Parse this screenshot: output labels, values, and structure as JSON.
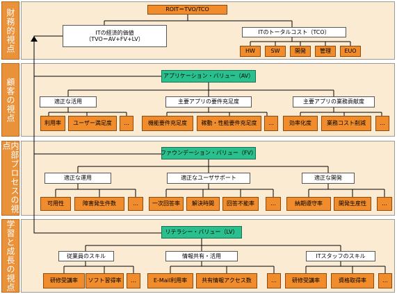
{
  "sidebars": {
    "financial": "財務的視点",
    "customer": "顧客の視点",
    "process": "内部プロセスの視点",
    "learning": "学習と成長の視点"
  },
  "financial": {
    "top": "ROIT＝TVO/TCO",
    "left": "ITの経済的価値\n（TVO＝AV+FV+LV）",
    "right": "ITのトータルコスト（TCO）",
    "costs": [
      "HW",
      "SW",
      "開発",
      "管理",
      "EUO"
    ]
  },
  "customer": {
    "head": "アプリケーション・バリュー（AV）",
    "groups": [
      {
        "label": "適正な活用",
        "items": [
          "利用率",
          "ユーザー満足度",
          "…"
        ]
      },
      {
        "label": "主要アプリの要件充足度",
        "items": [
          "機能要件充足度",
          "稼動・性能要件充足度",
          "…"
        ]
      },
      {
        "label": "主要アプリの業務貢献度",
        "items": [
          "効率化度",
          "業務コスト削減",
          "…"
        ]
      }
    ]
  },
  "process": {
    "head": "ファウンデーション・バリュー（FV）",
    "groups": [
      {
        "label": "適正な運用",
        "items": [
          "可用性",
          "障害発生件数",
          "…"
        ]
      },
      {
        "label": "適正なユーザサポート",
        "items": [
          "一次回答率",
          "解決時間",
          "回答不能率",
          "…"
        ]
      },
      {
        "label": "適正な開発",
        "items": [
          "納期遵守率",
          "開発生産性",
          "…"
        ]
      }
    ]
  },
  "learning": {
    "head": "リテラシー・バリュー（LV）",
    "groups": [
      {
        "label": "従業員のスキル",
        "items": [
          "研修受講率",
          "ソフト習得率",
          "…"
        ]
      },
      {
        "label": "情報共有・活用",
        "items": [
          "E-Mail利用率",
          "共有情報アクセス数",
          "…"
        ]
      },
      {
        "label": "ITスタッフのスキル",
        "items": [
          "研修受講率",
          "資格取得率",
          "…"
        ]
      }
    ]
  }
}
